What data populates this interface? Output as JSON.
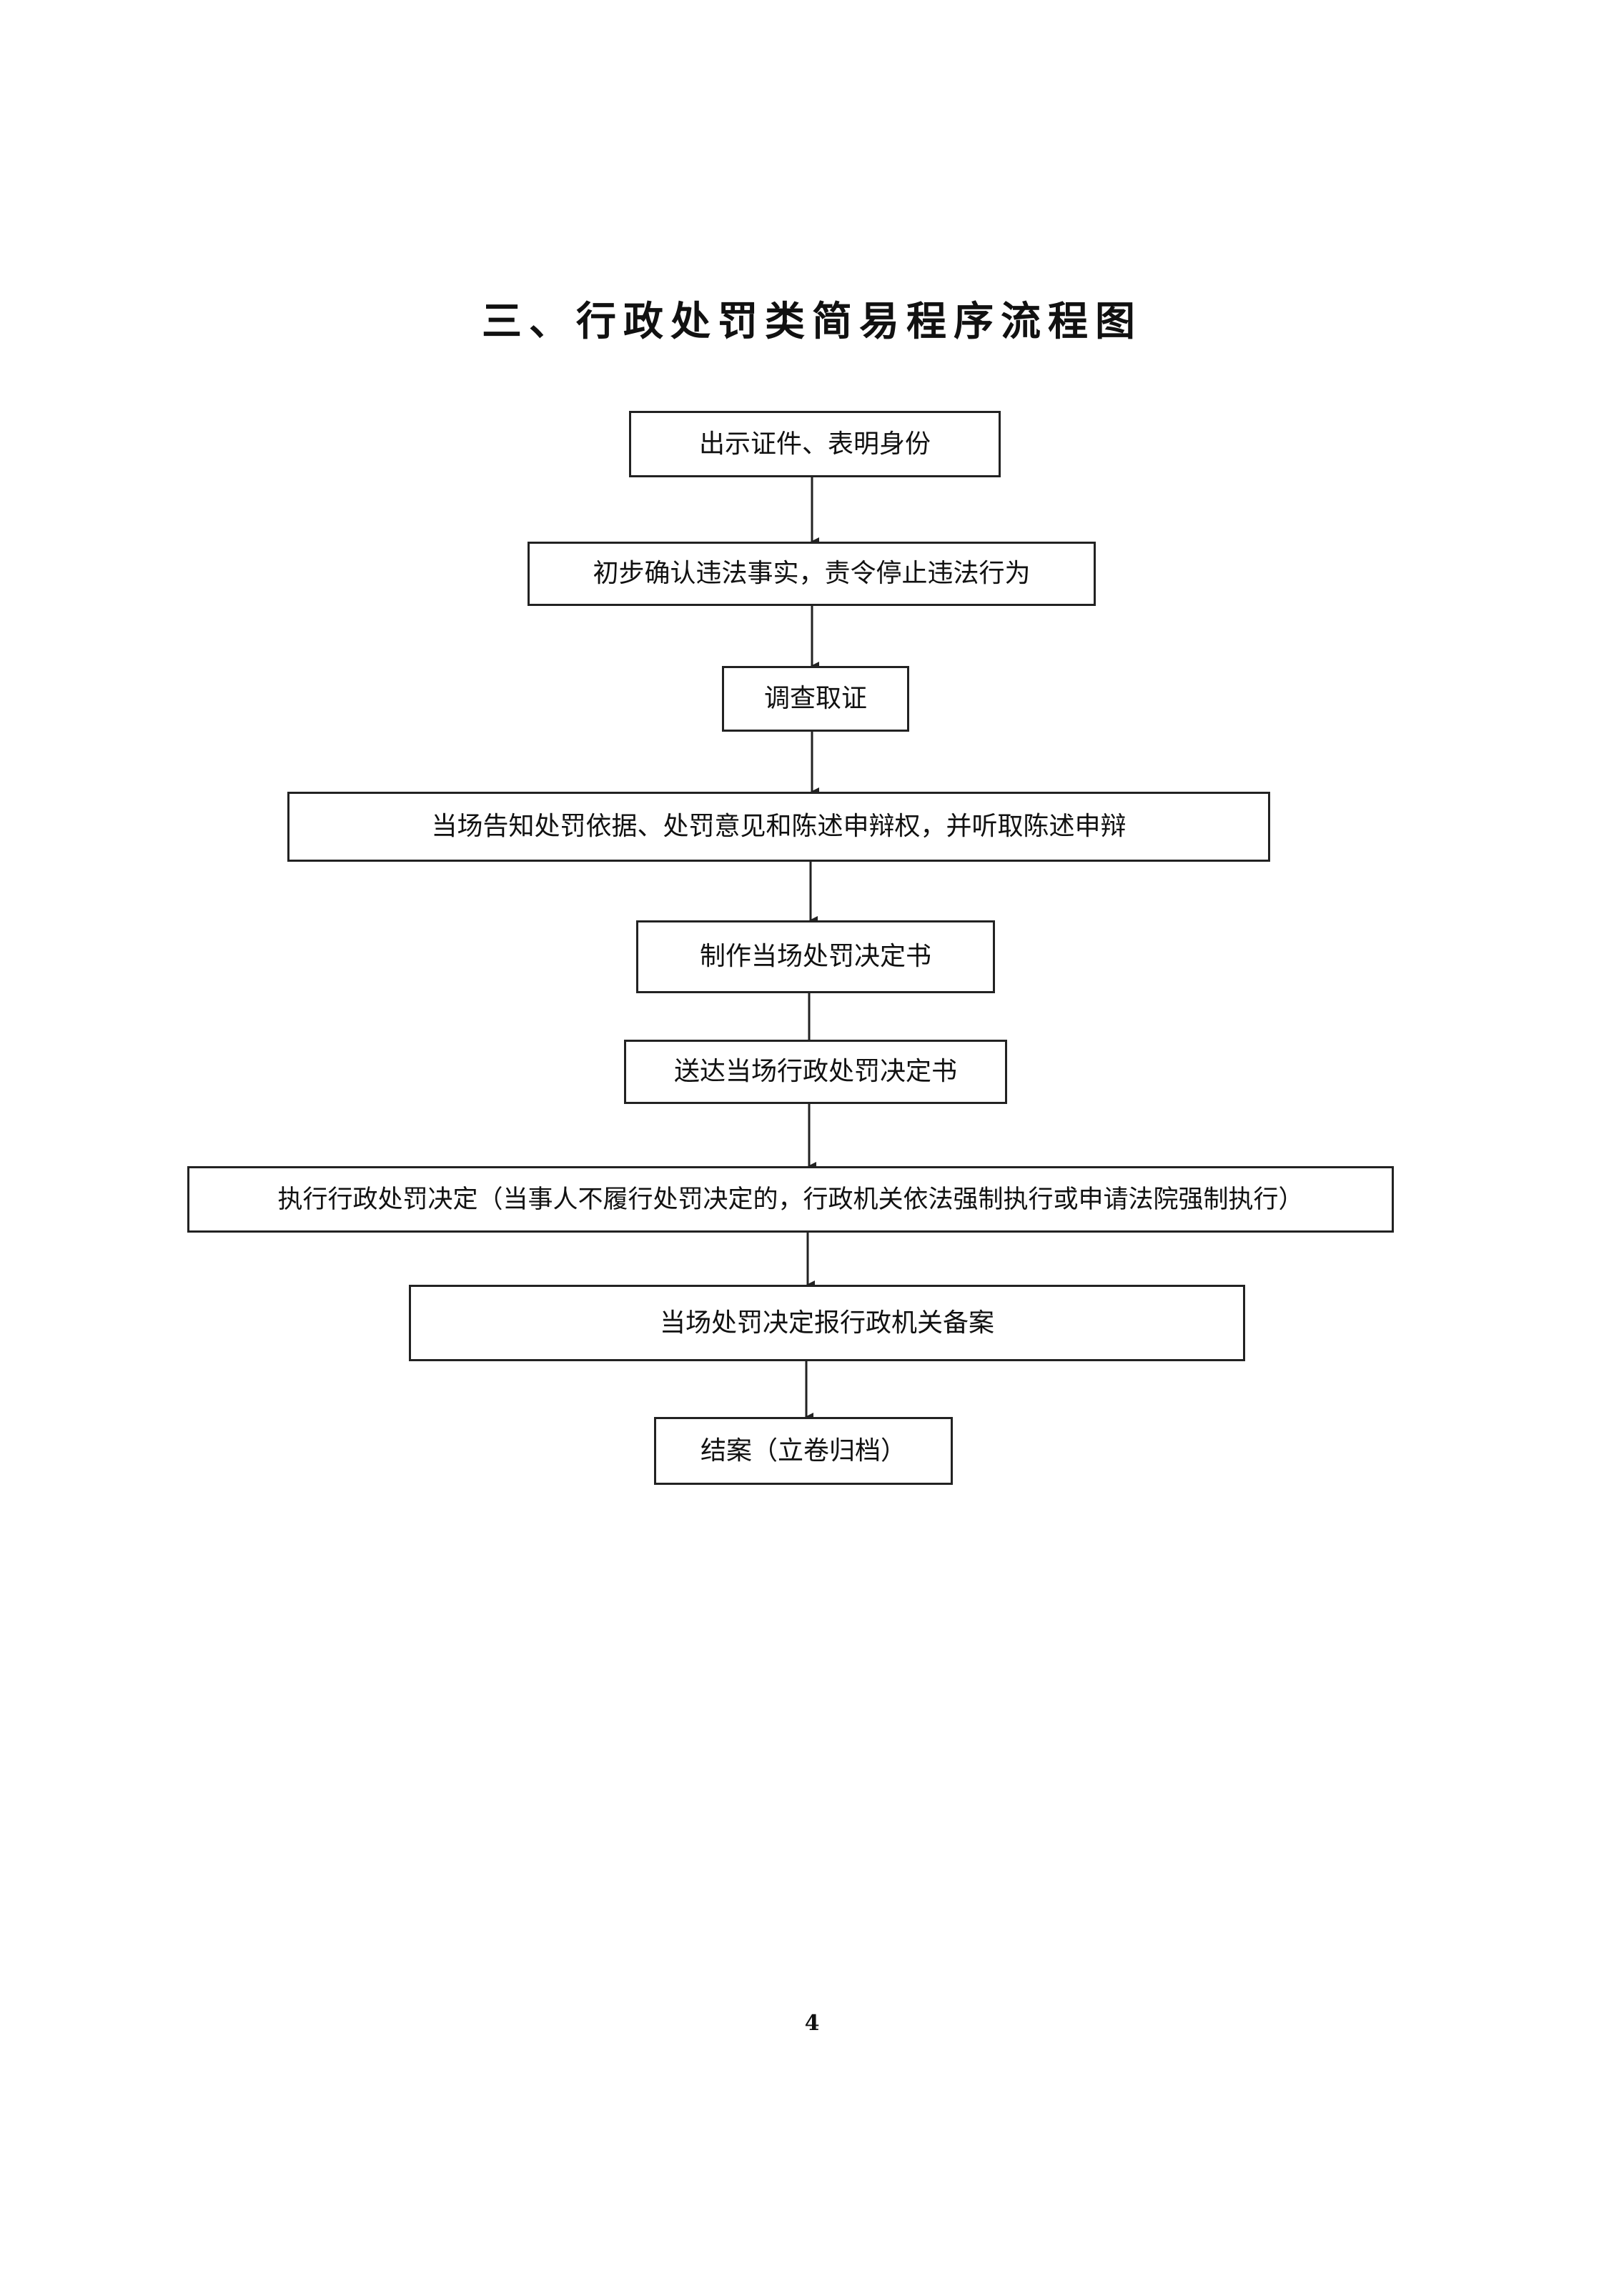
{
  "document": {
    "title": "三、行政处罚类简易程序流程图",
    "page_number": "4"
  },
  "flowchart": {
    "steps": [
      {
        "label": "出示证件、表明身份"
      },
      {
        "label": "初步确认违法事实，责令停止违法行为"
      },
      {
        "label": "调查取证"
      },
      {
        "label": "当场告知处罚依据、处罚意见和陈述申辩权，并听取陈述申辩"
      },
      {
        "label": "制作当场处罚决定书"
      },
      {
        "label": "送达当场行政处罚决定书"
      },
      {
        "label": "执行行政处罚决定（当事人不履行处罚决定的，行政机关依法强制执行或申请法院强制执行）"
      },
      {
        "label": "当场处罚决定报行政机关备案"
      },
      {
        "label": "结案（立卷归档）"
      }
    ]
  },
  "colors": {
    "line": "#222222",
    "text": "#111111",
    "background": "#ffffff"
  }
}
